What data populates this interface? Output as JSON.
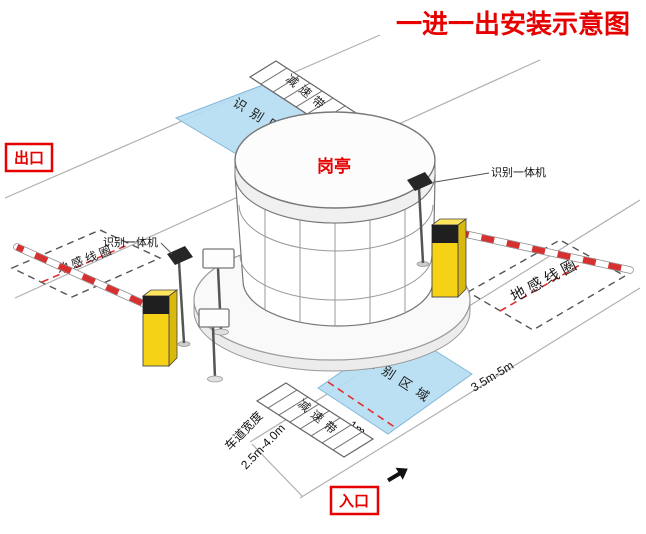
{
  "title": "一进一出安装示意图",
  "signs": {
    "exit": "出口",
    "entrance": "入口"
  },
  "booth": {
    "label": "岗亭"
  },
  "areas": {
    "recognition_top": "识别区域",
    "recognition_bottom": "识别区域",
    "speed_bump_top": "减速带",
    "speed_bump_bottom": "减速带",
    "ground_loop_left": "地感线圈",
    "ground_loop_right": "地感线圈"
  },
  "devices": {
    "reader_left": "识别一体机",
    "reader_right": "识别一体机"
  },
  "dimensions": {
    "loop_to_area": "3.5m-5m",
    "lane_width_title": "车道宽度",
    "lane_width_value": "2.5m-4.0m",
    "loop_offset": "1m"
  },
  "colors": {
    "accent_red": "#e60000",
    "area_blue": "#b5dcf2",
    "barrier_yellow": "#f5d216",
    "dash_red": "#e23030"
  }
}
